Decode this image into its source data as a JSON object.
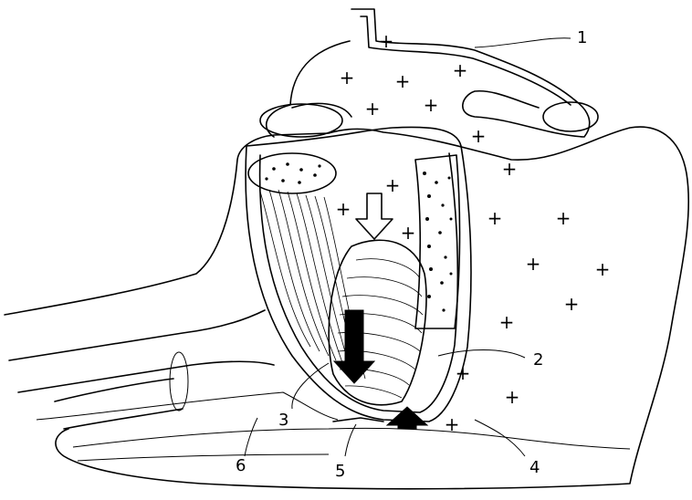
{
  "diagram": {
    "labels": [
      {
        "id": "1",
        "text": "1"
      },
      {
        "id": "2",
        "text": "2"
      },
      {
        "id": "3",
        "text": "3"
      },
      {
        "id": "4",
        "text": "4"
      },
      {
        "id": "5",
        "text": "5"
      },
      {
        "id": "6",
        "text": "6"
      }
    ],
    "plus_symbol": "+",
    "arrows": [
      {
        "name": "open-down-arrow",
        "style": "outline",
        "direction": "down"
      },
      {
        "name": "solid-down-arrow",
        "style": "filled",
        "direction": "down"
      },
      {
        "name": "solid-up-arrow",
        "style": "filled",
        "direction": "up"
      }
    ],
    "colors": {
      "ink": "#000000",
      "background": "#ffffff"
    }
  }
}
